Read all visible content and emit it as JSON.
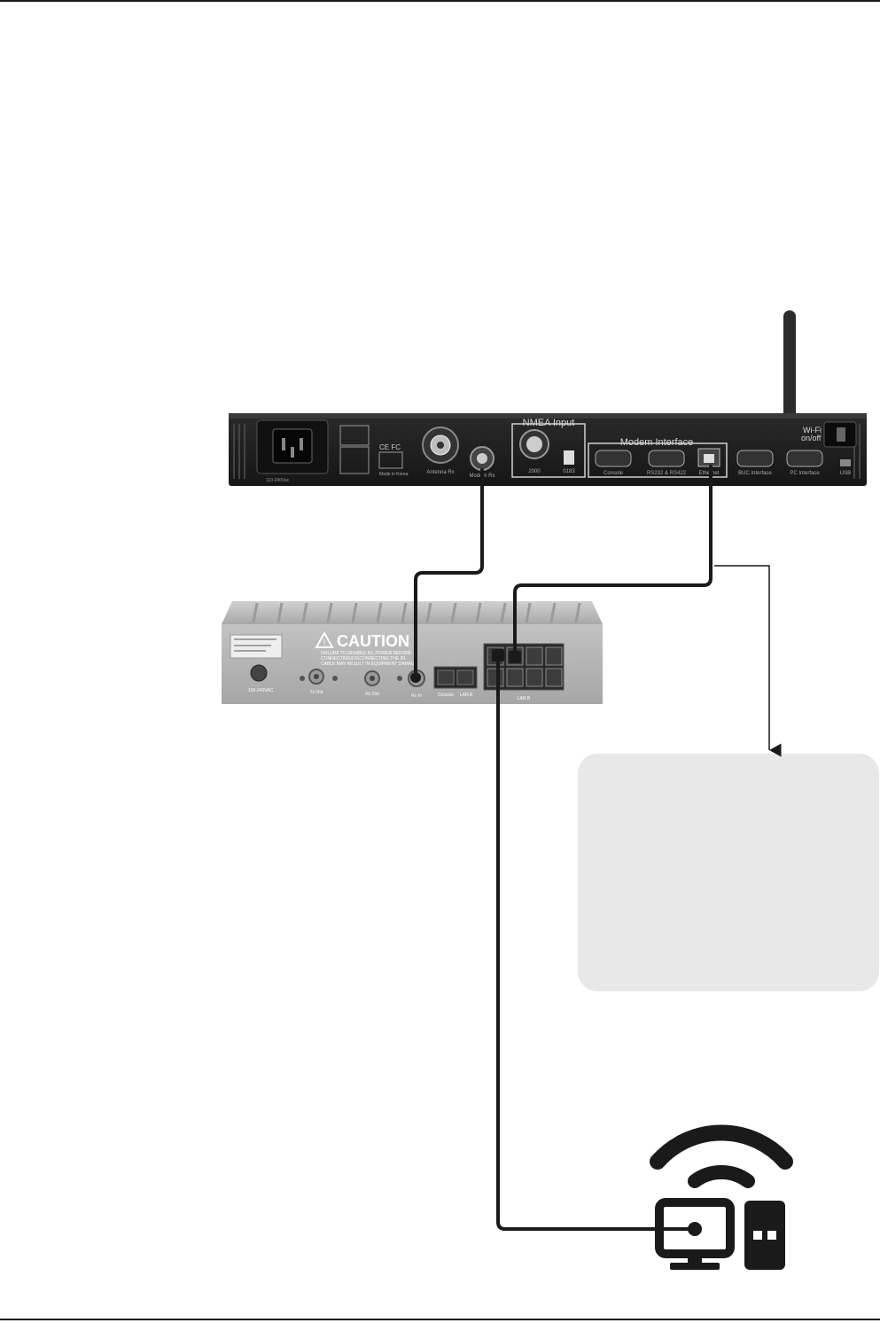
{
  "controller": {
    "nmea_title": "NMEA Input",
    "modem_title": "Modem Interface",
    "wifi_label": "Wi-Fi",
    "wifi_state": "on/off",
    "antenna_label": "Antenna Rx",
    "modem_rx_label": "Modem Rx",
    "port_2000": "2000",
    "port_0183": "0183",
    "console_label": "Console",
    "rs232_label": "RS232 & RS422",
    "ethernet_label": "Ethernet",
    "buc_label": "BUC Interface",
    "pc_label": "PC Interface",
    "usb_label": "USB",
    "voltage_label": "110-240Vac",
    "ce_mark": "CE FC",
    "made_in": "Made in Korea"
  },
  "modem": {
    "caution_title": "CAUTION",
    "caution_line1": "FAILURE TO DISABLE IFL POWER BEFORE",
    "caution_line2": "CONNECTING/DISCONNECTING THE IFL",
    "caution_line3": "CABLE MAY RESULT IN EQUIPMENT DAMAGE",
    "power_label": "100-240VAC",
    "tx_out": "Tx Out",
    "rx_out": "Rx Out",
    "rx_in": "Rx In",
    "console": "Console",
    "lan_a": "LAN A",
    "lan_b": "LAN B"
  },
  "colors": {
    "cable": "#1a1a1a",
    "note_box": "#e8e8e8",
    "panel": "#1e1e1e",
    "modem_body": "#b4b4b4"
  },
  "icons": [
    "wifi-signal-icon",
    "desktop-computer-icon",
    "pc-tower-icon"
  ]
}
